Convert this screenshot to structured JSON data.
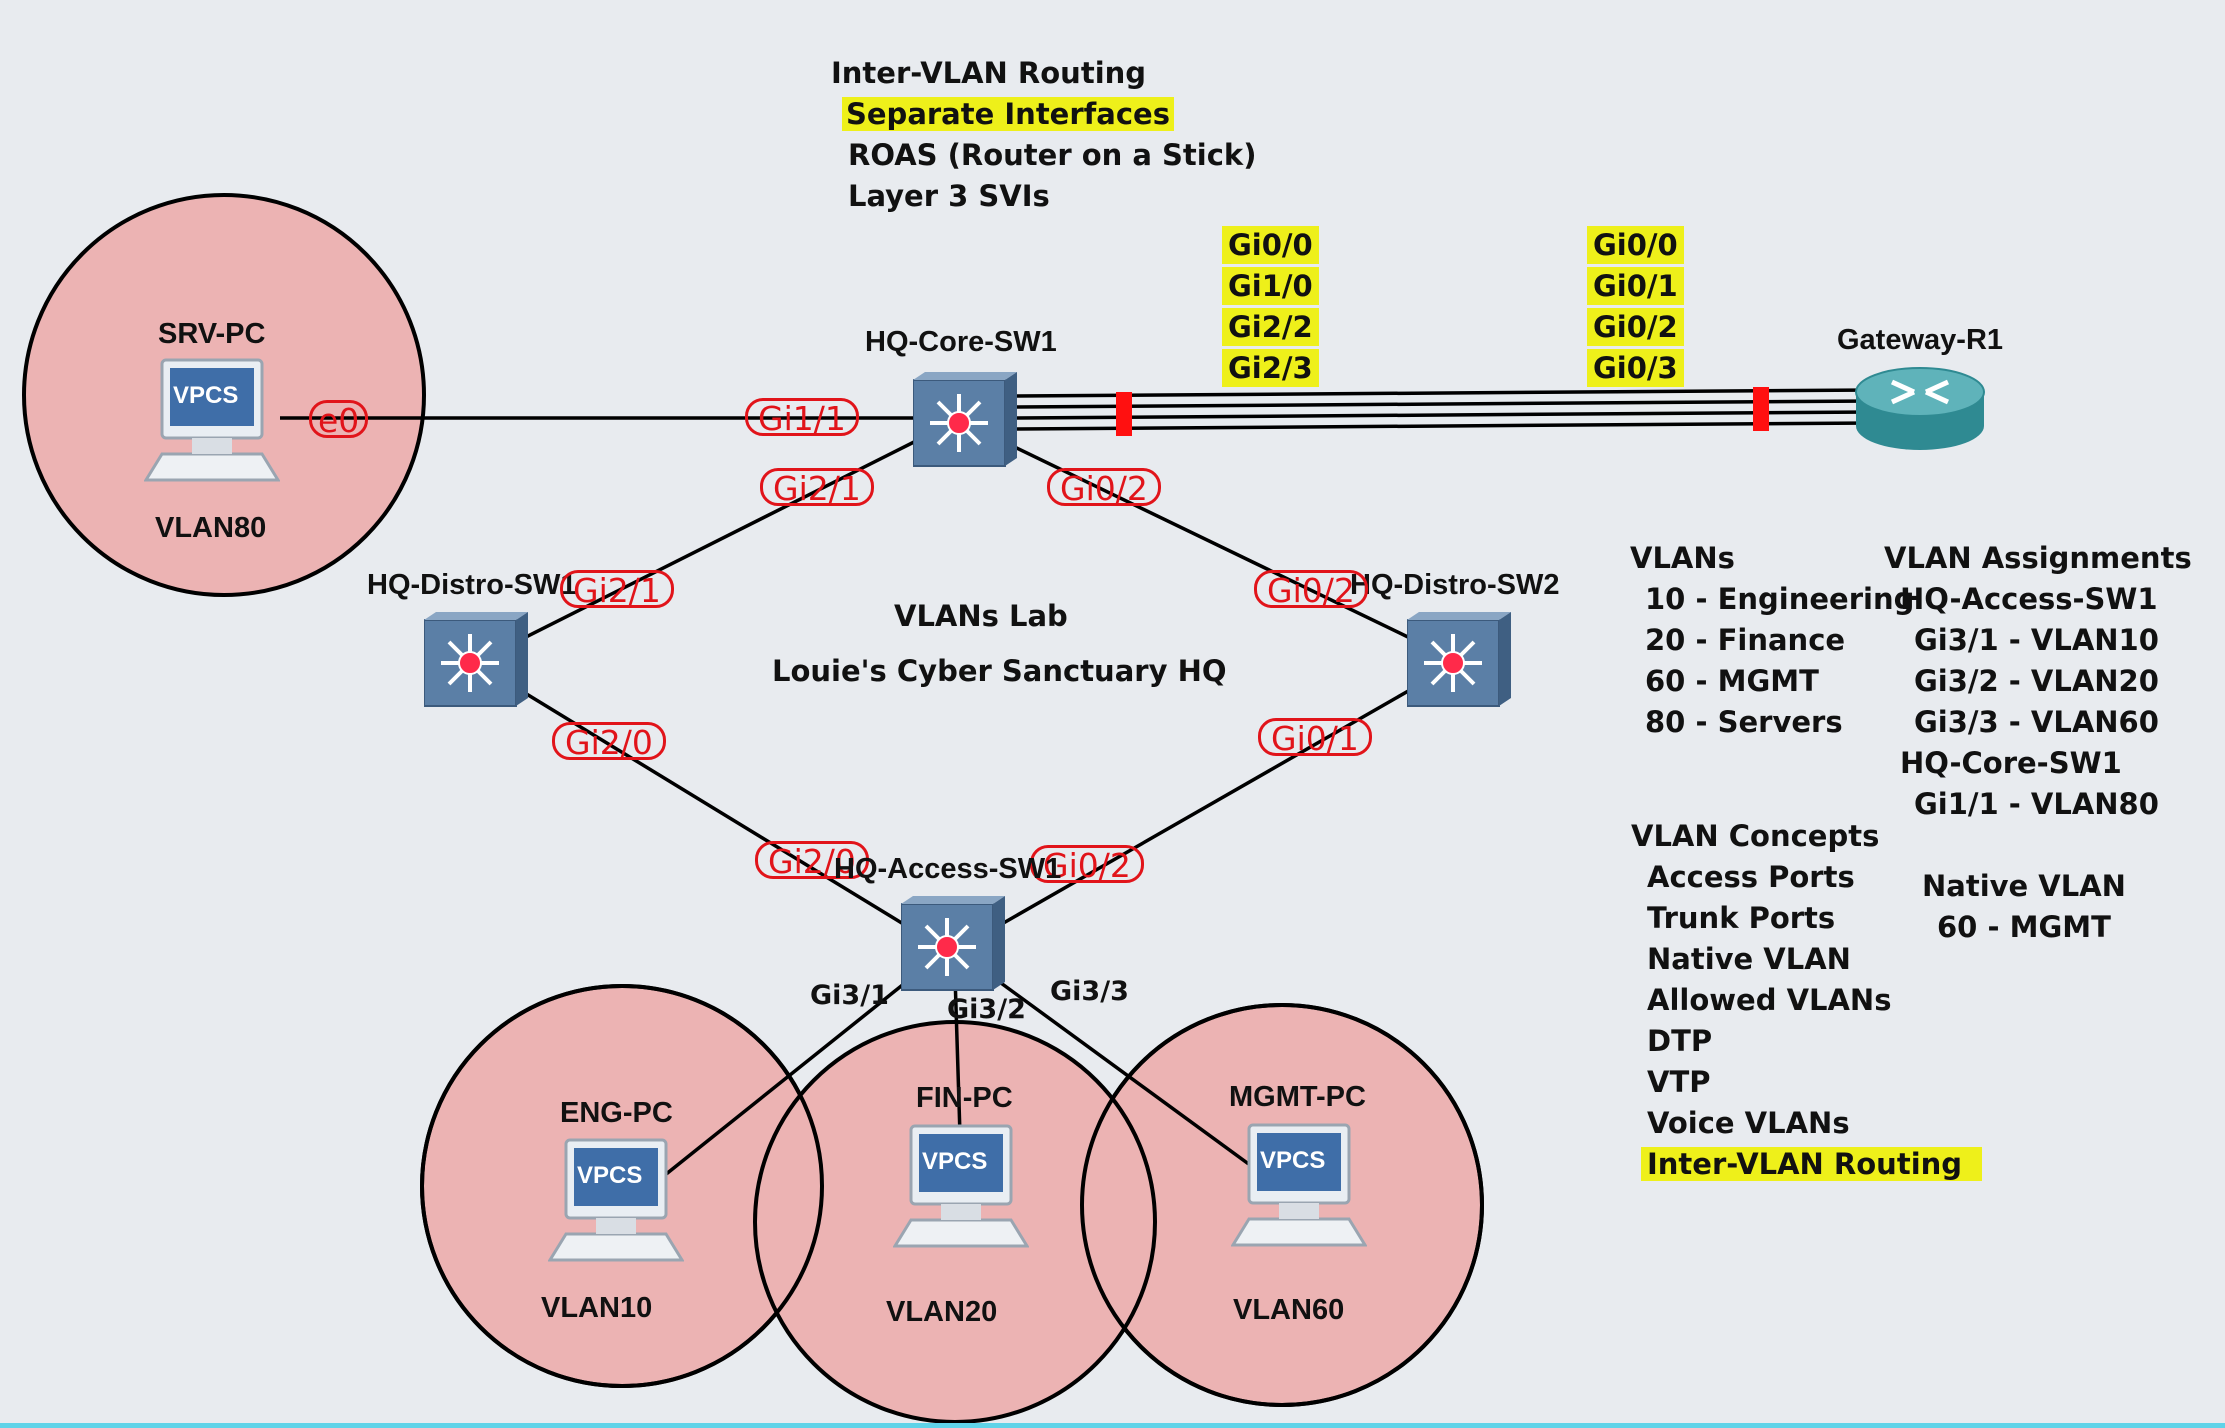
{
  "notes": {
    "inter_vlan_title": "Inter-VLAN Routing",
    "inter_vlan_items": [
      "Separate Interfaces",
      "ROAS (Router on a Stick)",
      "Layer 3 SVIs"
    ],
    "lab_title": "VLANs Lab",
    "lab_subtitle": "Louie's Cyber Sanctuary HQ"
  },
  "vlans": {
    "title": "VLANs",
    "items": [
      "10 - Engineering",
      "20 - Finance",
      "60 - MGMT",
      "80 - Servers"
    ]
  },
  "assignments": {
    "title": "VLAN Assignments",
    "sw1_name": "HQ-Access-SW1",
    "sw1_items": [
      "Gi3/1 - VLAN10",
      "Gi3/2 - VLAN20",
      "Gi3/3 - VLAN60"
    ],
    "core_name": "HQ-Core-SW1",
    "core_items": [
      "Gi1/1 - VLAN80"
    ]
  },
  "native": {
    "title": "Native VLAN",
    "value": "60 - MGMT"
  },
  "concepts": {
    "title": "VLAN Concepts",
    "items": [
      "Access Ports",
      "Trunk Ports",
      "Native VLAN",
      "Allowed VLANs",
      "DTP",
      "VTP",
      "Voice VLANs",
      "Inter-VLAN Routing"
    ]
  },
  "nodes": {
    "srv_pc": "SRV-PC",
    "srv_vlan": "VLAN80",
    "core": "HQ-Core-SW1",
    "gateway": "Gateway-R1",
    "distro1": "HQ-Distro-SW1",
    "distro2": "HQ-Distro-SW2",
    "access": "HQ-Access-SW1",
    "eng_pc": "ENG-PC",
    "eng_vlan": "VLAN10",
    "fin_pc": "FIN-PC",
    "fin_vlan": "VLAN20",
    "mgmt_pc": "MGMT-PC",
    "mgmt_vlan": "VLAN60",
    "vpcs_badge": "VPCS"
  },
  "interfaces": {
    "srv_e0": "e0",
    "core_gi11": "Gi1/1",
    "core_gi21": "Gi2/1",
    "core_gi02": "Gi0/2",
    "d1_gi21": "Gi2/1",
    "d1_gi20": "Gi2/0",
    "d2_gi02": "Gi0/2",
    "d2_gi01": "Gi0/1",
    "acc_gi20": "Gi2/0",
    "acc_gi02": "Gi0/2",
    "acc_gi31": "Gi3/1",
    "acc_gi32": "Gi3/2",
    "acc_gi33": "Gi3/3"
  },
  "etherchannel": {
    "core_side": [
      "Gi0/0",
      "Gi1/0",
      "Gi2/2",
      "Gi2/3"
    ],
    "router_side": [
      "Gi0/0",
      "Gi0/1",
      "Gi0/2",
      "Gi0/3"
    ]
  },
  "colors": {
    "background": "#e8ebef",
    "vlan_circle": "#ecb3b3",
    "highlight": "#eef01a",
    "iface_red": "#e1141a",
    "switch_blue": "#5b7fa6",
    "router_teal": "#3a9aa1"
  }
}
